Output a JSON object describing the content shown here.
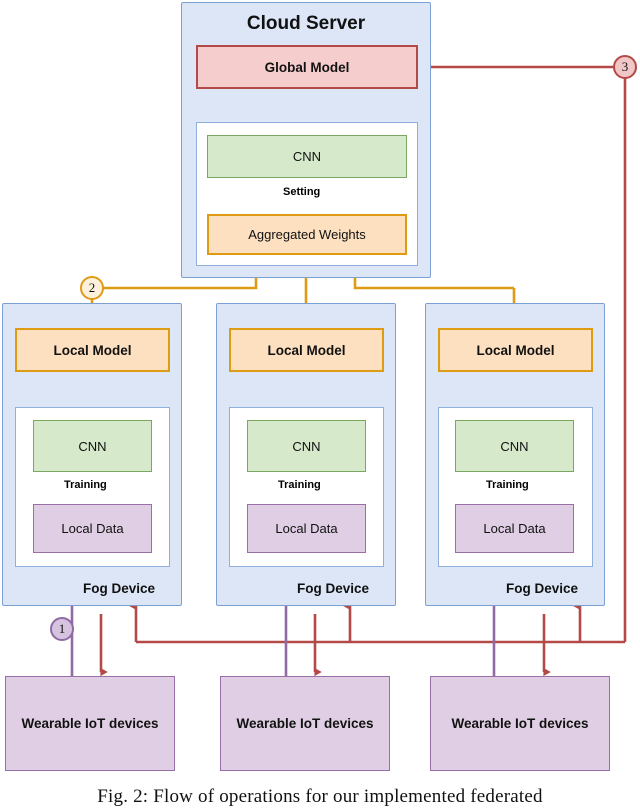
{
  "figure": {
    "caption": "Fig. 2: Flow of operations for our implemented federated"
  },
  "colors": {
    "panel_fill": "#dce6f7",
    "panel_border": "#7ba0d4",
    "global_model_fill": "#f5cdcd",
    "global_model_border": "#b44a47",
    "local_model_fill": "#fde0c0",
    "local_model_border": "#e09b14",
    "cnn_fill": "#d6e9cb",
    "cnn_border": "#7aa862",
    "data_fill": "#e0cfe4",
    "data_border": "#9a6fa8",
    "flow_red": "#b44a47",
    "flow_orange": "#e09b14",
    "flow_purple": "#8f6aa3",
    "flow_grey": "#6b7280"
  },
  "cloud_server": {
    "title": "Cloud Server",
    "global_model": "Global Model",
    "cnn": "CNN",
    "cycle_label": "Setting",
    "aggregated_weights": "Aggregated Weights"
  },
  "fog_devices": [
    {
      "name": "Fog Device",
      "local_model": "Local Model",
      "cnn": "CNN",
      "cycle_label": "Training",
      "local_data": "Local Data"
    },
    {
      "name": "Fog Device",
      "local_model": "Local Model",
      "cnn": "CNN",
      "cycle_label": "Training",
      "local_data": "Local Data"
    },
    {
      "name": "Fog Device",
      "local_model": "Local Model",
      "cnn": "CNN",
      "cycle_label": "Training",
      "local_data": "Local Data"
    }
  ],
  "iot_devices": [
    {
      "label": "Wearable IoT devices"
    },
    {
      "label": "Wearable IoT devices"
    },
    {
      "label": "Wearable IoT devices"
    }
  ],
  "flow_steps": [
    {
      "number": "1",
      "color": "#8f6aa3"
    },
    {
      "number": "2",
      "color": "#e09b14"
    },
    {
      "number": "3",
      "color": "#b44a47"
    }
  ]
}
